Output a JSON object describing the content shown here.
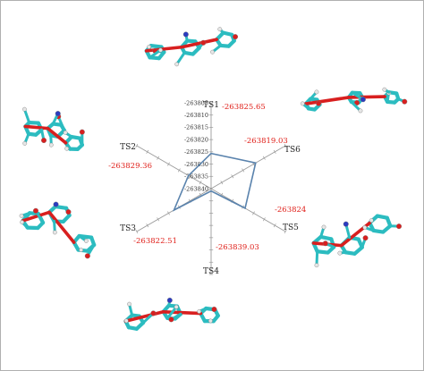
{
  "chart_data": {
    "type": "radar",
    "axes": [
      "TS1",
      "TS6",
      "TS5",
      "TS4",
      "TS3",
      "TS2"
    ],
    "values": [
      -263825.65,
      -263819.03,
      -263824,
      -263839.03,
      -263822.51,
      -263829.36
    ],
    "value_labels": [
      "-263825.65",
      "-263819.03",
      "-263824",
      "-263839.03",
      "-263822.51",
      "-263829.36"
    ],
    "scale_ticks": [
      "-263805",
      "-263810",
      "-263815",
      "-263820",
      "-263825",
      "-263830",
      "-263835",
      "-263840"
    ],
    "r_range": [
      -263840,
      -263805
    ],
    "series_color": "#5a83ad",
    "label_color": "#e0211b"
  },
  "colors": {
    "carbon": "#2cbcc0",
    "oxygen": "#d81f1f",
    "nitrogen": "#2b3bbf",
    "hydrogen": "#e6e6e6"
  }
}
